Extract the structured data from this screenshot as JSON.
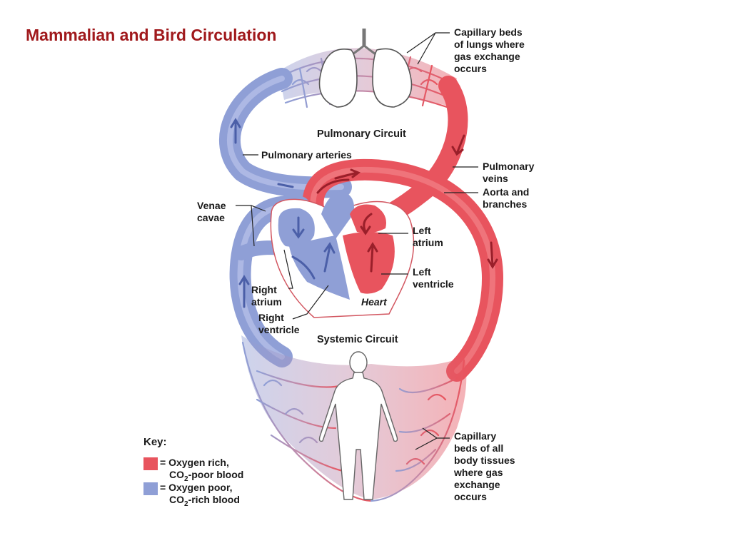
{
  "title": "Mammalian and Bird Circulation",
  "colors": {
    "oxygen_rich": "#e8545e",
    "oxygen_poor": "#8f9fd6",
    "title": "#a0191c"
  },
  "labels": {
    "capillary_lungs": [
      "Capillary beds",
      "of lungs where",
      "gas exchange",
      "occurs"
    ],
    "pulmonary_circuit": "Pulmonary Circuit",
    "pulmonary_arteries": "Pulmonary arteries",
    "pulmonary_veins": [
      "Pulmonary",
      "veins"
    ],
    "aorta": [
      "Aorta and",
      "branches"
    ],
    "venae_cavae": [
      "Venae",
      "cavae"
    ],
    "left_atrium": [
      "Left",
      "atrium"
    ],
    "left_ventricle": [
      "Left",
      "ventricle"
    ],
    "right_atrium": [
      "Right",
      "atrium"
    ],
    "right_ventricle": [
      "Right",
      "ventricle"
    ],
    "heart": "Heart",
    "systemic_circuit": "Systemic Circuit",
    "capillary_body": [
      "Capillary",
      "beds of all",
      "body tissues",
      "where gas",
      "exchange",
      "occurs"
    ]
  },
  "key": {
    "title": "Key:",
    "items": [
      {
        "color": "#e8545e",
        "line1": "= Oxygen rich,",
        "line2_pre": "CO",
        "line2_sub": "2",
        "line2_post": "-poor blood"
      },
      {
        "color": "#8f9fd6",
        "line1": "= Oxygen poor,",
        "line2_pre": "CO",
        "line2_sub": "2",
        "line2_post": "-rich blood"
      }
    ]
  }
}
